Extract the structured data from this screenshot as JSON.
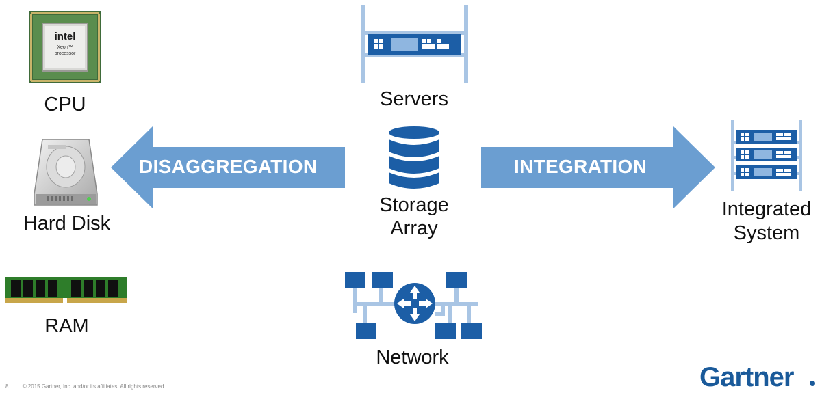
{
  "components": {
    "cpu": {
      "label": "CPU",
      "chip_brand": "intel",
      "chip_line1": "Xeon™",
      "chip_line2": "processor"
    },
    "hard_disk": {
      "label": "Hard Disk"
    },
    "ram": {
      "label": "RAM"
    },
    "servers": {
      "label": "Servers"
    },
    "storage": {
      "label_line1": "Storage",
      "label_line2": "Array"
    },
    "network": {
      "label": "Network"
    },
    "integrated": {
      "label_line1": "Integrated",
      "label_line2": "System"
    }
  },
  "arrows": {
    "left": {
      "text": "DISAGGREGATION",
      "color": "#6b9ed1"
    },
    "right": {
      "text": "INTEGRATION",
      "color": "#6b9ed1"
    }
  },
  "colors": {
    "icon_blue": "#1c5ea6",
    "rack_light": "#a9c5e4",
    "logo": "#1a5a9a"
  },
  "footer": {
    "page": "8",
    "copyright": "© 2015 Gartner, Inc. and/or its affiliates. All rights reserved."
  },
  "logo": {
    "text": "Gartner"
  }
}
